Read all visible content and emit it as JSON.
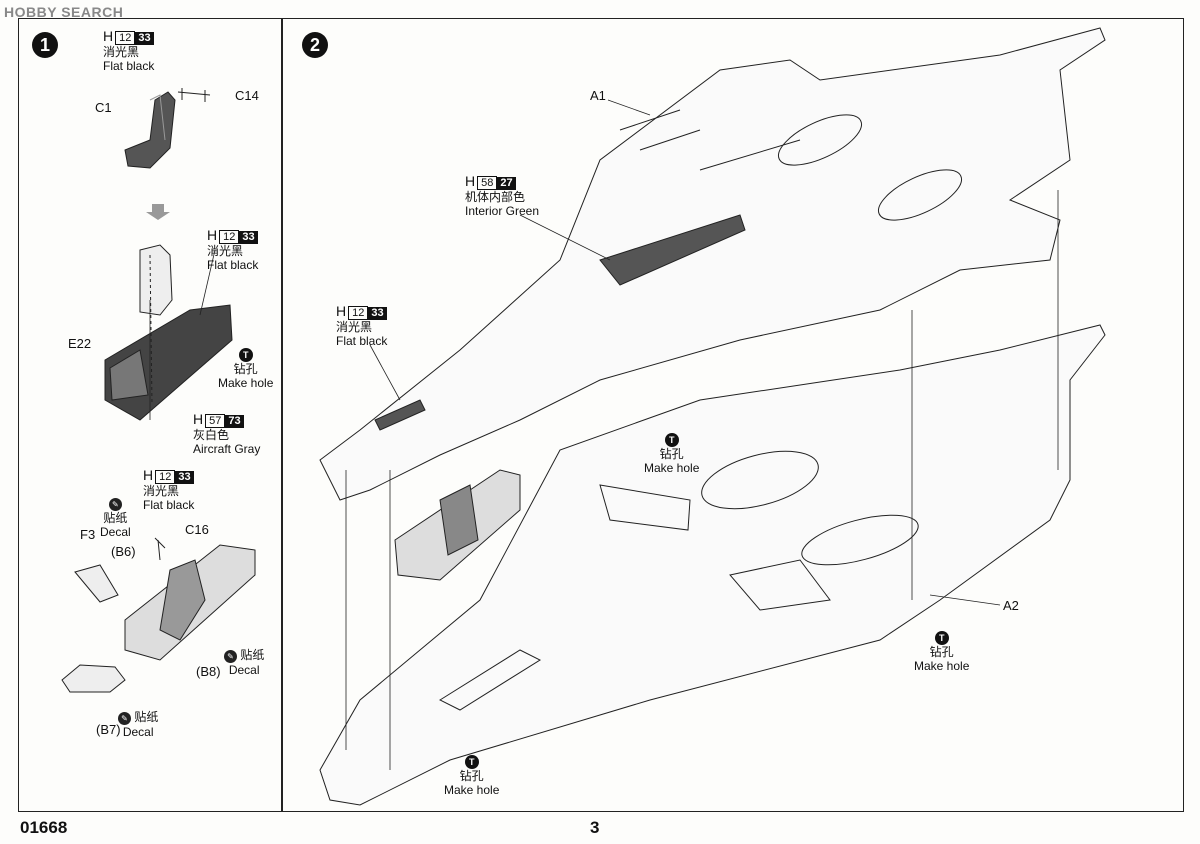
{
  "watermark": "HOBBY SEARCH",
  "footer": {
    "code": "01668",
    "page": "3"
  },
  "step1": {
    "number": "1",
    "paint_top": {
      "h": "H",
      "code": "12",
      "dark": "33",
      "cn": "消光黑",
      "en": "Flat black"
    },
    "parts": {
      "c1": "C1",
      "c14": "C14",
      "e22": "E22",
      "c16": "C16",
      "f3": "F3",
      "b6": "(B6)",
      "b8": "(B8)",
      "b7": "(B7)"
    },
    "paint_mid": {
      "h": "H",
      "code": "12",
      "dark": "33",
      "cn": "消光黑",
      "en": "Flat black"
    },
    "hole": {
      "cn": "钻孔",
      "en": "Make hole"
    },
    "paint_gray": {
      "h": "H",
      "code": "57",
      "dark": "73",
      "cn": "灰白色",
      "en": "Aircraft Gray"
    },
    "paint_low": {
      "h": "H",
      "code": "12",
      "dark": "33",
      "cn": "消光黑",
      "en": "Flat black"
    },
    "decal1": {
      "cn": "贴纸",
      "en": "Decal"
    },
    "decal2": {
      "cn": "贴纸",
      "en": "Decal"
    },
    "decal3": {
      "cn": "贴纸",
      "en": "Decal"
    }
  },
  "step2": {
    "number": "2",
    "parts": {
      "a1": "A1",
      "a2": "A2"
    },
    "paint_green": {
      "h": "H",
      "code": "58",
      "dark": "27",
      "cn": "机体内部色",
      "en": "Interior Green"
    },
    "paint_black": {
      "h": "H",
      "code": "12",
      "dark": "33",
      "cn": "消光黑",
      "en": "Flat black"
    },
    "hole1": {
      "cn": "钻孔",
      "en": "Make hole"
    },
    "hole2": {
      "cn": "钻孔",
      "en": "Make hole"
    },
    "hole3": {
      "cn": "钻孔",
      "en": "Make hole"
    }
  },
  "icons": {
    "drill": "drill-icon",
    "decal": "decal-icon"
  }
}
